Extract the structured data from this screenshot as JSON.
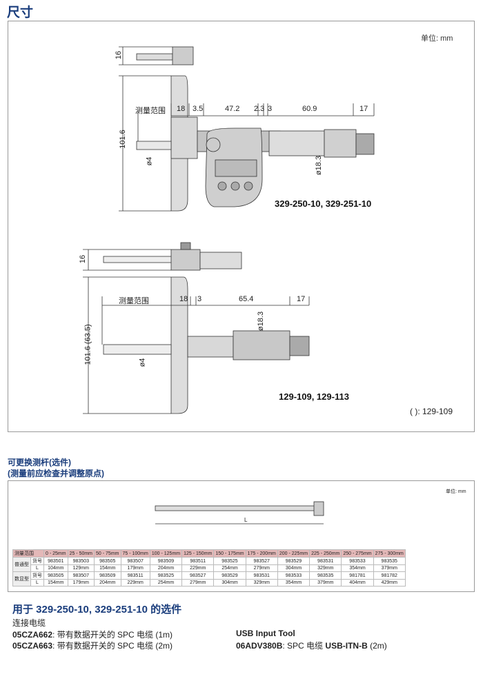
{
  "header": {
    "title": "尺寸"
  },
  "diagram1": {
    "unit": "单位: mm",
    "range_label": "测量范围",
    "dims": [
      "18",
      "3.5",
      "47.2",
      "2.3",
      "3",
      "60.9",
      "17"
    ],
    "height": "101.6",
    "stem_h": "16",
    "rod": "ø4",
    "thimble": "ø18.3",
    "models": "329-250-10, 329-251-10"
  },
  "diagram2": {
    "range_label": "测量范围",
    "dims": [
      "18",
      "3",
      "65.4",
      "17"
    ],
    "height": "101.6 (63.5)",
    "stem_h": "16",
    "rod": "ø4",
    "thimble": "ø18.3",
    "models": "129-109, 129-113",
    "note": "( ): 129-109"
  },
  "section2": {
    "title_line1": "可更换测杆(选件)",
    "title_line2": "(测量前应检查并调整原点)",
    "unit": "单位: mm",
    "rod_label": "L"
  },
  "table": {
    "header": [
      "测量范围",
      "0 - 25mm",
      "25 - 50mm",
      "50 - 75mm",
      "75 - 100mm",
      "100 - 125mm",
      "125 - 150mm",
      "150 - 175mm",
      "175 - 200mm",
      "200 - 225mm",
      "225 - 250mm",
      "250 - 275mm",
      "275 - 300mm"
    ],
    "groups": [
      {
        "name": "普通型",
        "rows": [
          {
            "k": "货号",
            "v": [
              "983501",
              "983503",
              "983505",
              "983507",
              "983509",
              "983511",
              "983525",
              "983527",
              "983529",
              "983531",
              "983533",
              "983535"
            ]
          },
          {
            "k": "L",
            "v": [
              "104mm",
              "129mm",
              "154mm",
              "179mm",
              "204mm",
              "229mm",
              "254mm",
              "279mm",
              "304mm",
              "329mm",
              "354mm",
              "379mm"
            ]
          }
        ]
      },
      {
        "name": "数显型",
        "rows": [
          {
            "k": "货号",
            "v": [
              "983505",
              "983507",
              "983509",
              "983511",
              "983525",
              "983527",
              "983529",
              "983531",
              "983533",
              "983535",
              "981781",
              "981782"
            ]
          },
          {
            "k": "L",
            "v": [
              "154mm",
              "179mm",
              "204mm",
              "229mm",
              "254mm",
              "279mm",
              "304mm",
              "329mm",
              "354mm",
              "379mm",
              "404mm",
              "429mm"
            ]
          }
        ]
      }
    ]
  },
  "options": {
    "title": "用于 329-250-10, 329-251-10 的选件",
    "subtitle": "连接电缆",
    "items": [
      {
        "code": "05CZA662",
        "desc": "带有数据开关的 SPC 电缆 (1m)"
      },
      {
        "code": "05CZA663",
        "desc": "带有数据开关的 SPC 电缆 (2m)"
      }
    ],
    "usb_title": "USB Input Tool",
    "usb_code": "06ADV380B",
    "usb_mid": "SPC 电缆",
    "usb_model": "USB-ITN-B",
    "usb_len": "(2m)"
  }
}
